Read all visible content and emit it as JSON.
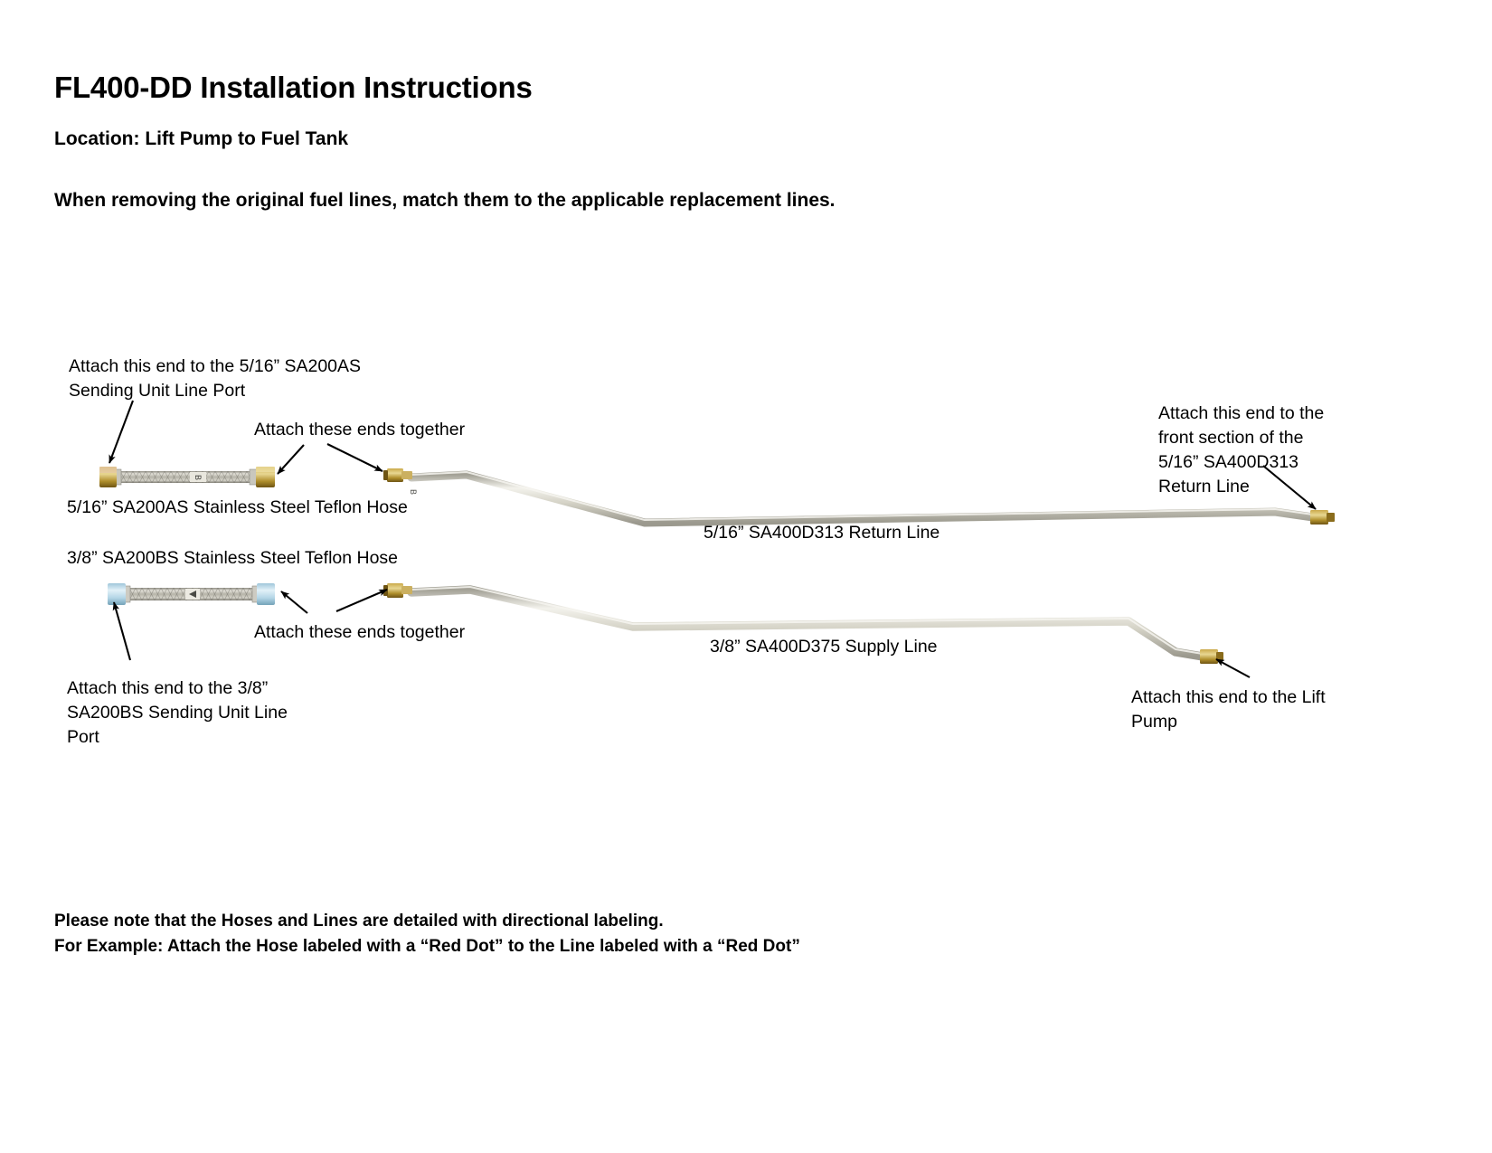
{
  "document": {
    "title": "FL400-DD Installation Instructions",
    "location": "Location: Lift Pump to Fuel Tank",
    "instruction": "When removing the original fuel lines, match them to the applicable replacement lines."
  },
  "annotations": {
    "upper_left": "Attach this end to the 5/16” SA200AS\nSending Unit Line Port",
    "attach_ends_upper": "Attach these ends together",
    "attach_ends_lower": "Attach these ends together",
    "upper_right": "Attach this end to the\nfront section of the\n5/16” SA400D313\nReturn Line",
    "lower_left": "Attach this end to the 3/8”\nSA200BS Sending Unit Line\nPort",
    "lift_pump": "Attach this end to the Lift\nPump"
  },
  "parts": {
    "hose_a_label": "5/16” SA200AS Stainless Steel Teflon Hose",
    "hose_b_label": "3/8” SA200BS Stainless Steel Teflon Hose",
    "return_line_label": "5/16” SA400D313 Return Line",
    "supply_line_label": "3/8” SA400D375 Supply Line"
  },
  "footer": {
    "note_1": "Please note that the Hoses and Lines are detailed with directional labeling.",
    "note_2": "For Example: Attach the Hose labeled with a “Red Dot” to the Line labeled with a “Red Dot”"
  },
  "colors": {
    "page_background": "#ffffff",
    "text": "#000000",
    "brass_fitting": "#b8922f",
    "brass_fitting_dark": "#7d5f18",
    "blue_fitting": "#bcdcec",
    "blue_fitting_dark": "#7aa8bd",
    "braid_light": "#d8d6cd",
    "braid_dark": "#8e8c82",
    "steel_line": "#d5d3c7",
    "steel_line_shine": "#f3f2ec",
    "steel_line_dark": "#a3a196"
  }
}
